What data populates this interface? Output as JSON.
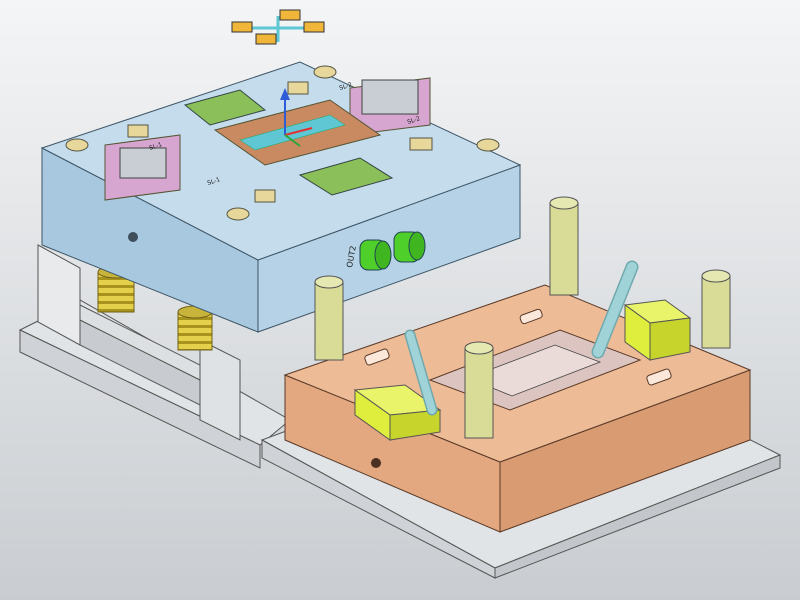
{
  "viewport": {
    "background_top": "#f4f5f6",
    "background_bottom": "#c9cdd1"
  },
  "labels": {
    "outlet": "OUT2",
    "slider_front_left": "SL-1",
    "slider_front_right": "SL-1",
    "slider_back_left": "SL-2",
    "slider_back_right": "SL-2"
  },
  "colors": {
    "cavity_plate": "#a7c8df",
    "core_plate": "#e3a880",
    "base_plate": "#d9dde1",
    "spacer_block": "#e6e8ea",
    "guide_pillar": "#d9dc96",
    "spring": "#e4d04a",
    "angle_pin": "#9fd3d8",
    "wedge_block": "#dfee3c",
    "cooling_fitting": "#4fcf2a",
    "insert_pad": "#8bbf5a",
    "slider": "#d6a6d0",
    "locating_ring": "#e8d79a",
    "runner": "#5fc6d4",
    "axis_x": "#e23030",
    "axis_y": "#2e5bd6",
    "axis_z": "#2aa63a"
  }
}
